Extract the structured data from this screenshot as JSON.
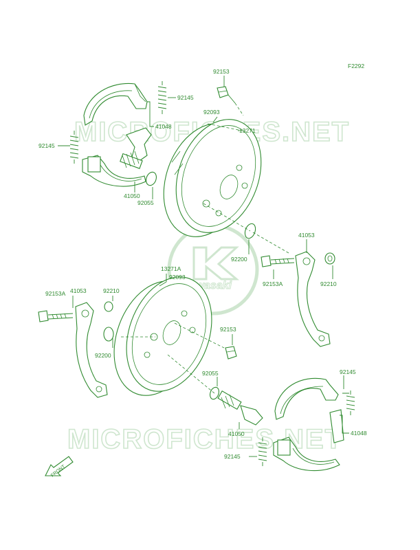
{
  "figure_code": "F2292",
  "watermark": {
    "site_top": "MICROFICHES.NET",
    "site_bottom": "MICROFICHES.NET",
    "brand_logo": "Kawasaki"
  },
  "front_arrow": "FRONT",
  "colors": {
    "line": "#2f8a2f",
    "watermark": "#cfe6cf",
    "background": "#ffffff"
  },
  "labels": {
    "top_92153": "92153",
    "top_92145_right": "92145",
    "top_92093": "92093",
    "top_13271": "13271",
    "top_41048": "41048",
    "top_92145_left": "92145",
    "top_41050": "41050",
    "top_92055": "92055",
    "right_41053": "41053",
    "right_92200": "92200",
    "right_92153A": "92153A",
    "right_92210": "92210",
    "mid_13271A": "13271A",
    "mid_92093": "92093",
    "left_92153A": "92153A",
    "left_41053": "41053",
    "left_92210": "92210",
    "left_92200": "92200",
    "mid_92153": "92153",
    "mid_92055": "92055",
    "bot_92145_right": "92145",
    "bot_41050": "41050",
    "bot_41048": "41048",
    "bot_92145_left": "92145"
  }
}
